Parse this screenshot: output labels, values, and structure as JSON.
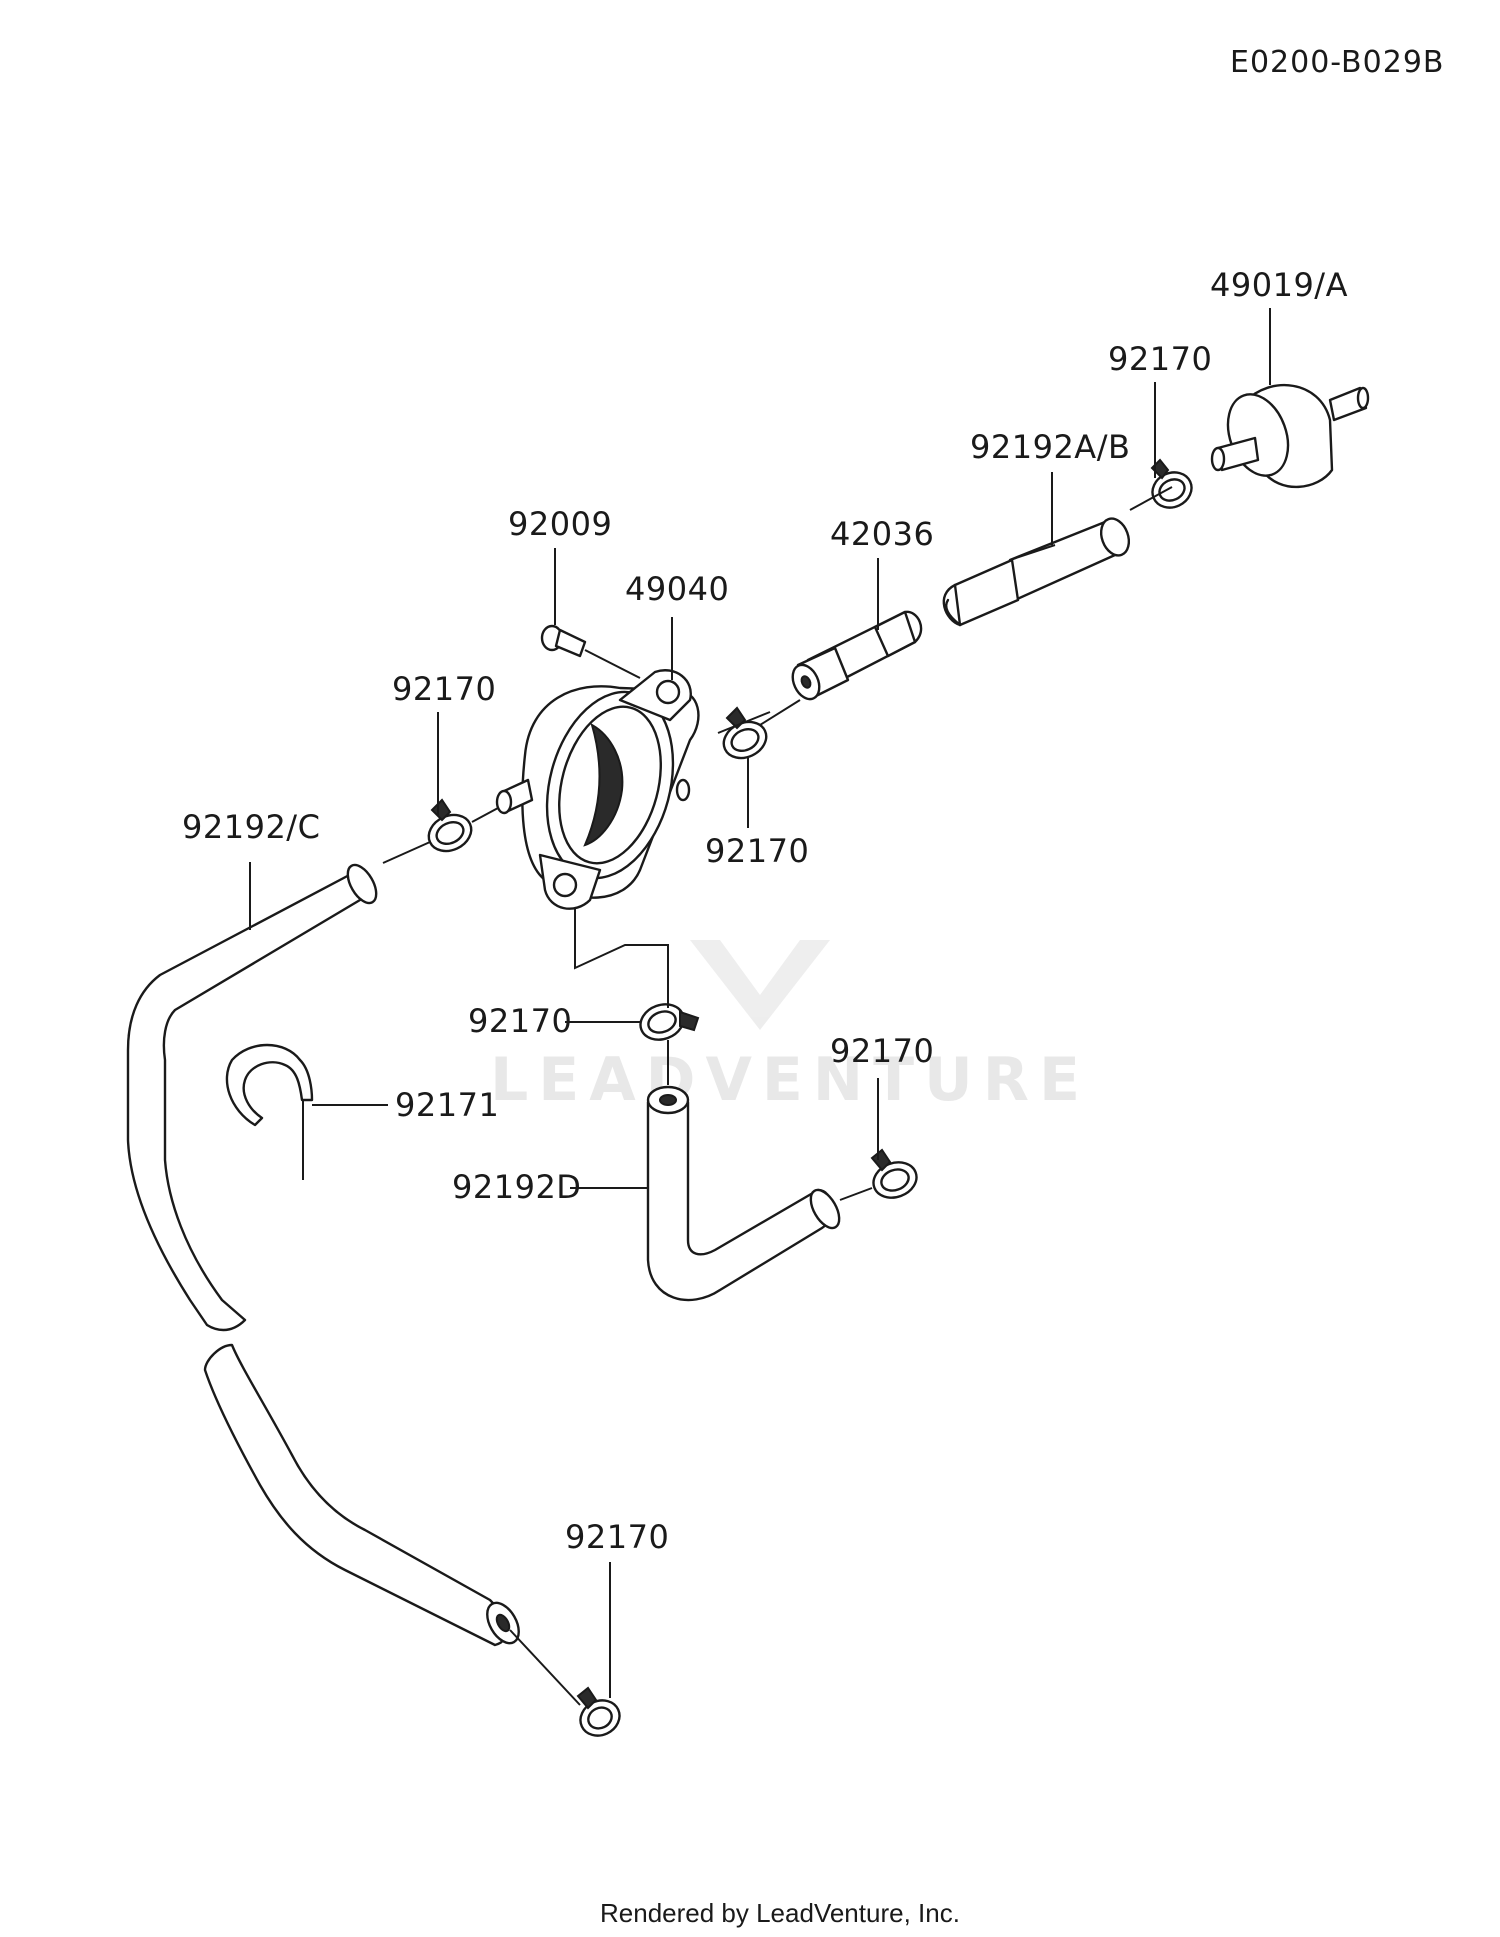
{
  "diagram_code": "E0200-B029B",
  "footer": "Rendered by LeadVenture, Inc.",
  "watermark": "LEADVENTURE",
  "callouts": {
    "filter": "49019/A",
    "clamp_top_right": "92170",
    "hose_ab": "92192A/B",
    "pipe": "42036",
    "bolt": "92009",
    "pump": "49040",
    "clamp_left": "92170",
    "clamp_pump_right": "92170",
    "hose_c": "92192/C",
    "clamp_center": "92170",
    "clamp_mid_right": "92170",
    "holder": "92171",
    "hose_d": "92192D",
    "clamp_bottom": "92170"
  }
}
